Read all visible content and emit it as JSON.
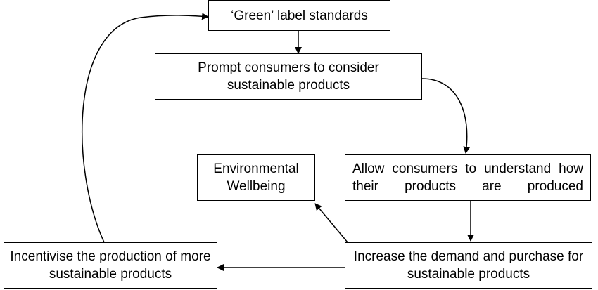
{
  "colors": {
    "stroke": "#000000",
    "background": "#ffffff"
  },
  "nodes": {
    "green_label": {
      "text": "‘Green’ label standards"
    },
    "prompt_consumers": {
      "text": "Prompt consumers to consider sustainable products"
    },
    "allow_understand": {
      "text": "Allow consumers to understand how their products are produced"
    },
    "environmental": {
      "text": "Environmental Wellbeing"
    },
    "increase_demand": {
      "text": "Increase the demand and purchase for sustainable products"
    },
    "incentivise": {
      "text": "Incentivise the production of more sustainable products"
    }
  }
}
